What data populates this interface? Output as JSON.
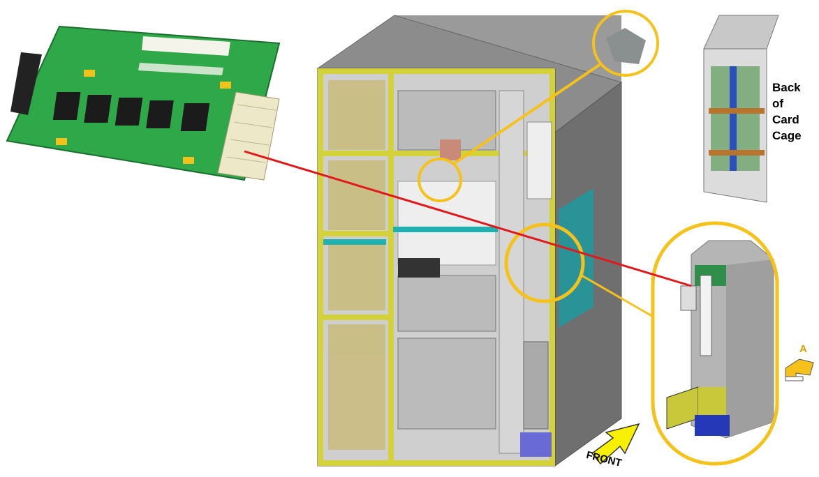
{
  "labels": {
    "card_cage": [
      "Back",
      "of",
      "Card",
      "Cage"
    ],
    "front": "FRONT",
    "view_a": "A"
  },
  "colors": {
    "callout": "#f5c21b",
    "pointer_line": "#e0191c",
    "pcb": "#2fa84a",
    "cabinet_frame": "#d4d23a",
    "cabinet_panel": "#8a8a8a",
    "arrow": "#f7f000"
  }
}
